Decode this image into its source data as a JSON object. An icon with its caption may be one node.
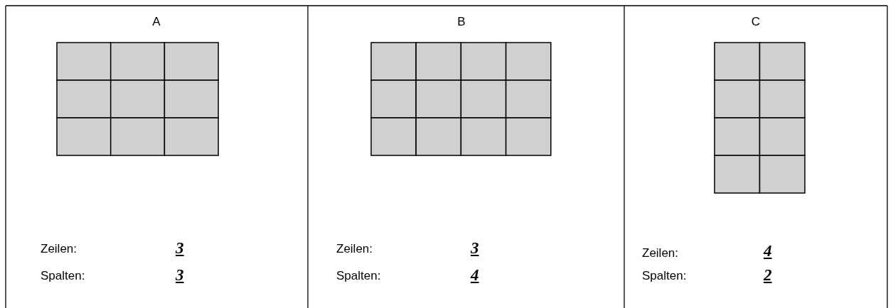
{
  "diagram": {
    "labels": [
      "A",
      "B",
      "C",
      "Zeilen:",
      "3",
      "Zeilen:",
      "3",
      "Zeilen:",
      "4",
      "Spalten:",
      "3",
      "Spalten:",
      "4",
      "Spalten:",
      "2"
    ]
  }
}
